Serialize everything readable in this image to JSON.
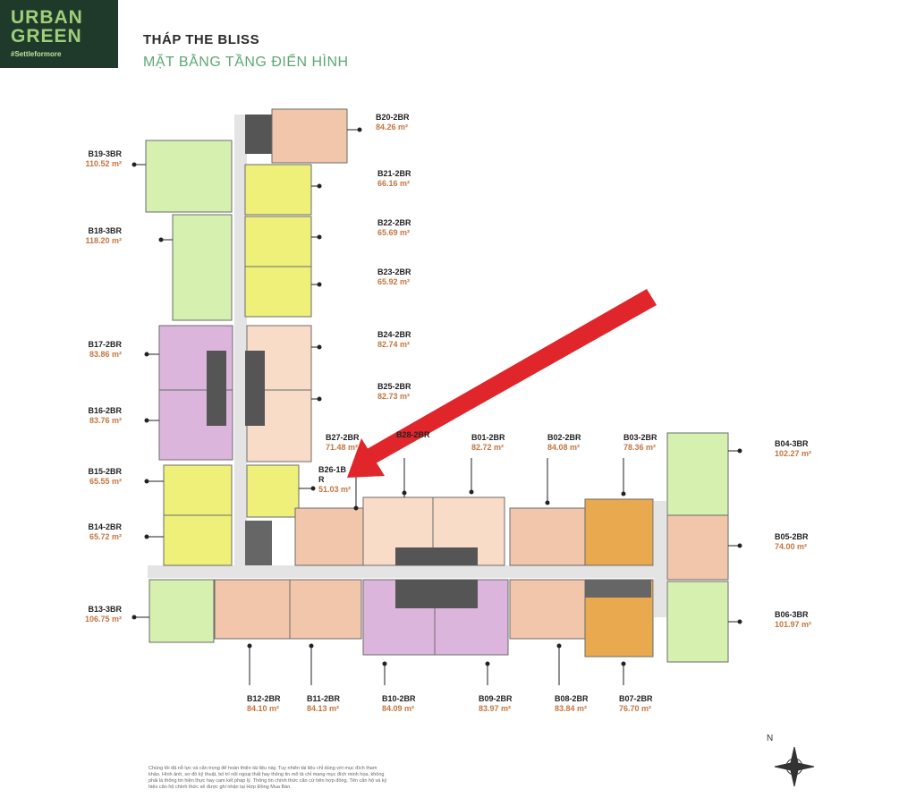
{
  "logo": {
    "line1": "URBAN",
    "line2": "GREEN",
    "tagline": "#Settleformore"
  },
  "header": {
    "title": "THÁP THE BLISS",
    "subtitle": "MẶT BẰNG TẦNG ĐIỂN HÌNH"
  },
  "units": [
    {
      "code": "B20-2BR",
      "area": "84.26 m²"
    },
    {
      "code": "B19-3BR",
      "area": "110.52 m²"
    },
    {
      "code": "B21-2BR",
      "area": "66.16 m²"
    },
    {
      "code": "B18-3BR",
      "area": "118.20 m²"
    },
    {
      "code": "B22-2BR",
      "area": "65.69 m²"
    },
    {
      "code": "B23-2BR",
      "area": "65.92 m²"
    },
    {
      "code": "B17-2BR",
      "area": "83.86 m²"
    },
    {
      "code": "B24-2BR",
      "area": "82.74 m²"
    },
    {
      "code": "B25-2BR",
      "area": "82.73 m²"
    },
    {
      "code": "B16-2BR",
      "area": "83.76 m²"
    },
    {
      "code": "B27-2BR",
      "area": "71.48 m²"
    },
    {
      "code": "B28-2BR",
      "area": ""
    },
    {
      "code": "B01-2BR",
      "area": "82.72 m²"
    },
    {
      "code": "B02-2BR",
      "area": "84.08 m²"
    },
    {
      "code": "B03-2BR",
      "area": "78.36 m²"
    },
    {
      "code": "B04-3BR",
      "area": "102.27 m²"
    },
    {
      "code": "B15-2BR",
      "area": "65.55 m²"
    },
    {
      "code": "B26-1BR",
      "area": "51.03 m²"
    },
    {
      "code": "B14-2BR",
      "area": "65.72 m²"
    },
    {
      "code": "B05-2BR",
      "area": "74.00 m²"
    },
    {
      "code": "B13-3BR",
      "area": "106.75 m²"
    },
    {
      "code": "B06-3BR",
      "area": "101.97 m²"
    },
    {
      "code": "B12-2BR",
      "area": "84.10 m²"
    },
    {
      "code": "B11-2BR",
      "area": "84.13 m²"
    },
    {
      "code": "B10-2BR",
      "area": "84.09 m²"
    },
    {
      "code": "B09-2BR",
      "area": "83.97 m²"
    },
    {
      "code": "B08-2BR",
      "area": "83.84 m²"
    },
    {
      "code": "B07-2BR",
      "area": "76.70 m²"
    }
  ],
  "colors": {
    "type_2br_a": "#f2c6aa",
    "type_2br_b": "#f9dcc8",
    "type_2br_c": "#eef07a",
    "type_3br": "#d6f0b0",
    "type_purple": "#dcb5dc",
    "type_orange": "#e9a94e",
    "core": "#555555",
    "corridor": "#e4e4e4",
    "arrow": "#e0252b"
  },
  "disclaimer": "Chúng tôi đã nỗ lực và cẩn trọng để hoàn thiện tài liệu này. Tuy nhiên tài liệu chỉ dùng với mục đích tham khảo. Hình ảnh, sơ đồ kỹ thuật, bố trí nội ngoại thất hay thông tin mô tả chỉ mang mục đích minh họa, không phải là thông tin hiện thực hay cam kết pháp lý. Thông tin chính thức căn cứ trên hợp đồng. Tên căn hộ và ký hiệu căn hộ chính thức sẽ được ghi nhận tại Hợp Đồng Mua Bán."
}
